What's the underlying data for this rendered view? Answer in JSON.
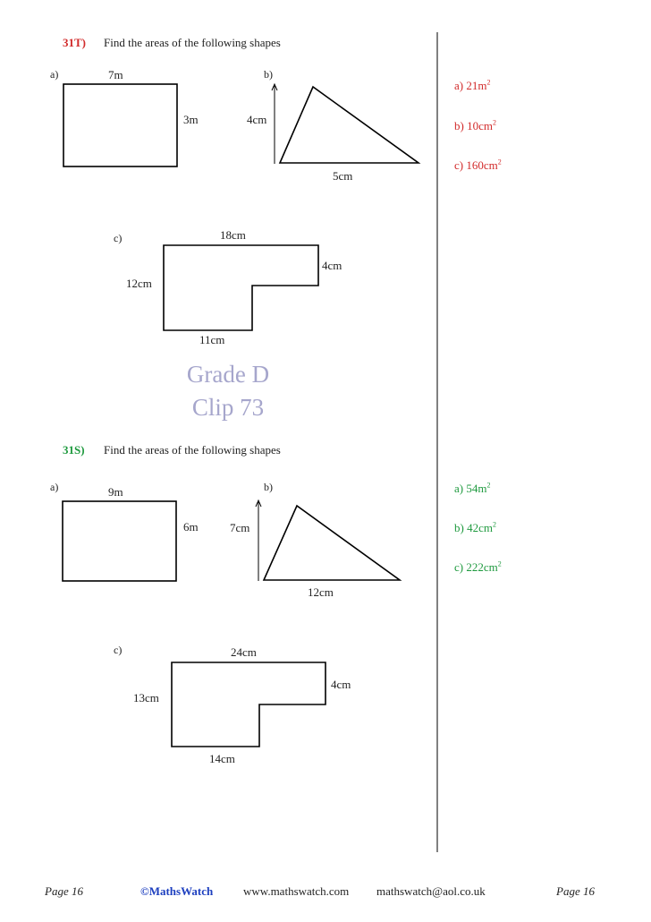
{
  "colors": {
    "red": "#d22b2b",
    "green": "#1f9a3f",
    "grade": "#a6a6cc",
    "brand": "#1d3fbf"
  },
  "section_t": {
    "number": "31T)",
    "instruction": "Find the areas of the following shapes",
    "a": {
      "label": "a)",
      "width": "7m",
      "height": "3m"
    },
    "b": {
      "label": "b)",
      "height": "4cm",
      "base": "5cm"
    },
    "c": {
      "label": "c)",
      "top": "18cm",
      "right": "4cm",
      "left": "12cm",
      "bottom": "11cm"
    },
    "answers": [
      {
        "prefix": "a) 21m",
        "sup": "2"
      },
      {
        "prefix": "b) 10cm",
        "sup": "2"
      },
      {
        "prefix": "c) 160cm",
        "sup": "2"
      }
    ]
  },
  "grade": {
    "line1": "Grade D",
    "line2": "Clip 73"
  },
  "section_s": {
    "number": "31S)",
    "instruction": "Find the areas of the following shapes",
    "a": {
      "label": "a)",
      "width": "9m",
      "height": "6m"
    },
    "b": {
      "label": "b)",
      "height": "7cm",
      "base": "12cm"
    },
    "c": {
      "label": "c)",
      "top": "24cm",
      "right": "4cm",
      "left": "13cm",
      "bottom": "14cm"
    },
    "answers": [
      {
        "prefix": "a) 54m",
        "sup": "2"
      },
      {
        "prefix": "b) 42cm",
        "sup": "2"
      },
      {
        "prefix": "c) 222cm",
        "sup": "2"
      }
    ]
  },
  "footer": {
    "page_left": "Page 16",
    "brand": "©MathsWatch",
    "website": "www.mathswatch.com",
    "email": "mathswatch@aol.co.uk",
    "page_right": "Page 16"
  }
}
